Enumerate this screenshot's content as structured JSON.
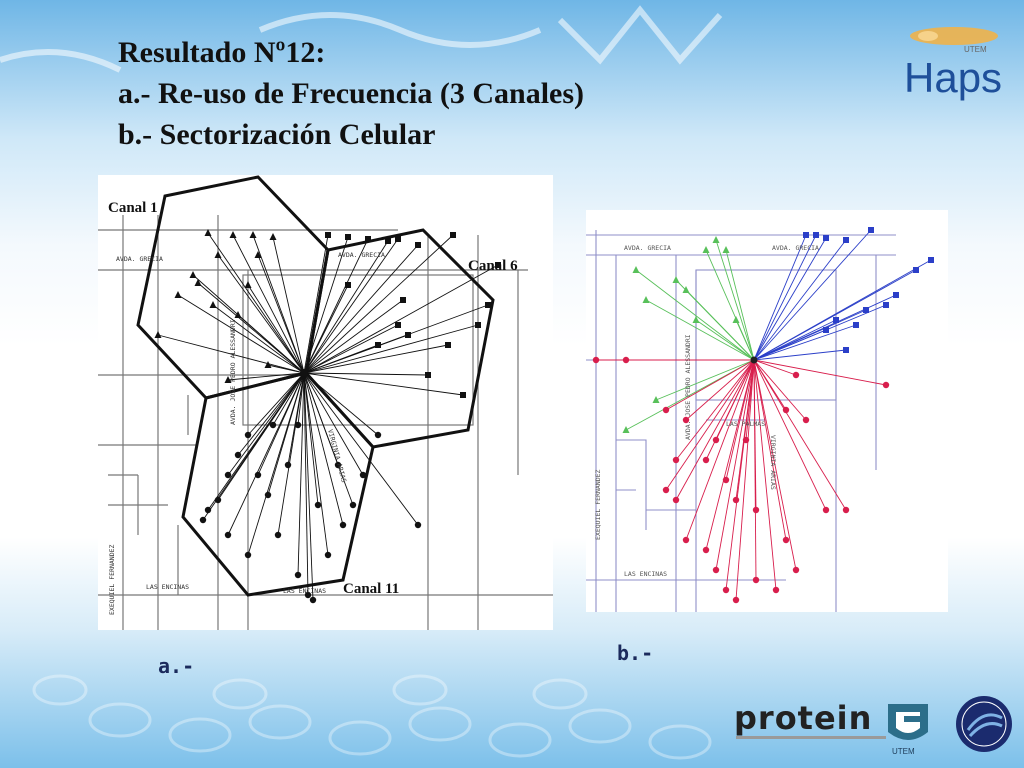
{
  "slide": {
    "title_lines": [
      "Resultado Nº12:",
      "a.- Re-uso de Frecuencia (3 Canales)",
      "b.- Sectorización Celular"
    ]
  },
  "logo": {
    "brand": "Haps",
    "sub": "UTEM"
  },
  "figure_a": {
    "caption": "a.-",
    "channel_labels": [
      "Canal 1",
      "Canal 6",
      "Canal 11"
    ],
    "street_labels": [
      "AVDA. GRECIA",
      "AVDA. GRECIA",
      "AVDA. JOSE PEDRO ALESSANDRI",
      "VIRGINIA ARIAS",
      "EXEQUIEL FERNANDEZ",
      "LAS ENCINAS",
      "LAS ENCINAS"
    ]
  },
  "figure_b": {
    "caption": "b.-",
    "street_labels": [
      "AVDA. GRECIA",
      "AVDA. GRECIA",
      "AVDA. JOSE PEDRO ALESSANDRI",
      "VIRGINIA ARIAS",
      "EXEQUIEL FERNANDEZ",
      "LAS ENCINAS",
      "LAS PALMAS"
    ],
    "sector_colors": {
      "green": "#58c05a",
      "blue": "#2b3fc8",
      "red": "#d81e4c"
    }
  },
  "footer": {
    "protein_logo": "protein",
    "utem_logo": "UTEM"
  }
}
